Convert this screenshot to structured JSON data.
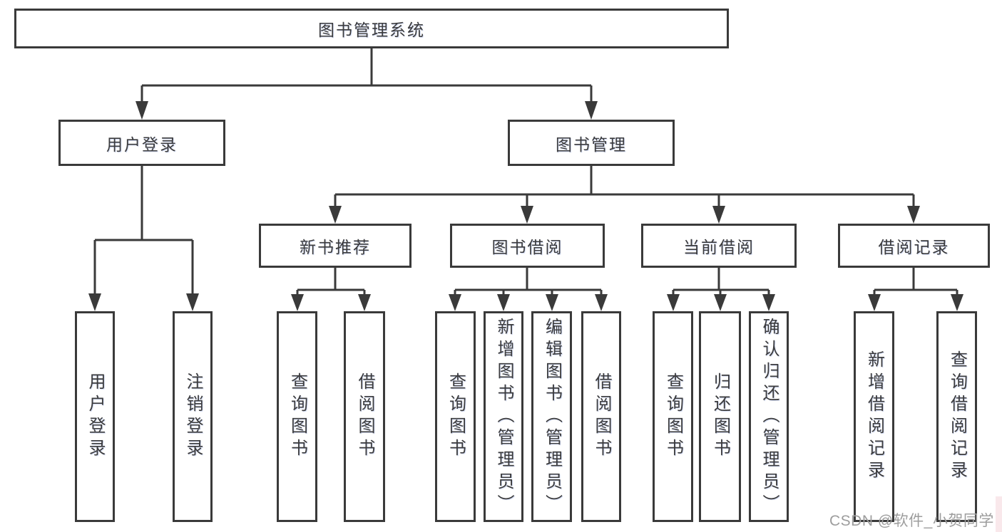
{
  "tree": {
    "label": "图书管理系统",
    "children": [
      {
        "label": "用户登录",
        "children": [
          {
            "label": "用户登录"
          },
          {
            "label": "注销登录"
          }
        ]
      },
      {
        "label": "图书管理",
        "children": [
          {
            "label": "新书推荐",
            "children": [
              {
                "label": "查询图书"
              },
              {
                "label": "借阅图书"
              }
            ]
          },
          {
            "label": "图书借阅",
            "children": [
              {
                "label": "查询图书"
              },
              {
                "label": "新增图书（管理员）"
              },
              {
                "label": "编辑图书（管理员）"
              },
              {
                "label": "借阅图书"
              }
            ]
          },
          {
            "label": "当前借阅",
            "children": [
              {
                "label": "查询图书"
              },
              {
                "label": "归还图书"
              },
              {
                "label": "确认归还（管理员）"
              }
            ]
          },
          {
            "label": "借阅记录",
            "children": [
              {
                "label": "新增借阅记录"
              },
              {
                "label": "查询借阅记录"
              }
            ]
          }
        ]
      }
    ]
  },
  "watermark": {
    "text": "CSDN @软件_小贺同学"
  },
  "colors": {
    "line": "#3a3a3a",
    "box_border": "#3a3a3a",
    "text": "#3b3b3d",
    "background": "#ffffff",
    "watermark_text": "#9d9d9d",
    "edge_tint": "#f6dce0"
  }
}
